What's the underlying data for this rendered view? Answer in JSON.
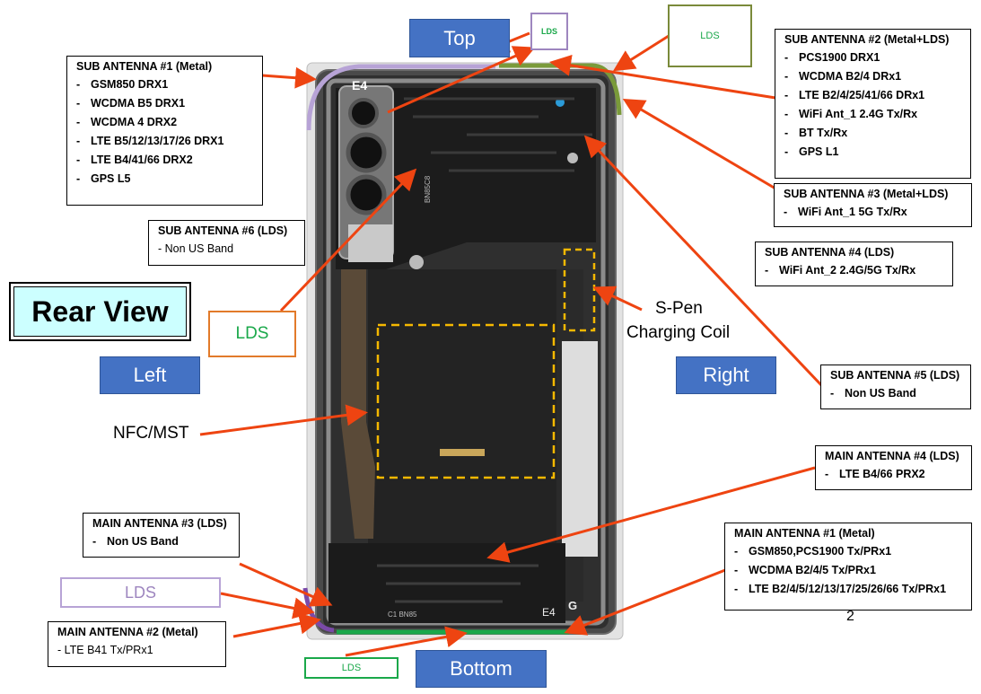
{
  "title": "Rear View",
  "directions": {
    "top": "Top",
    "bottom": "Bottom",
    "left": "Left",
    "right": "Right"
  },
  "lds_labels": {
    "top_small": "LDS",
    "top_right": "LDS",
    "left": "LDS",
    "bottom_left": "LDS",
    "bottom": "LDS"
  },
  "feature_labels": {
    "spen_line1": "S-Pen",
    "spen_line2": "Charging Coil",
    "nfc": "NFC/MST"
  },
  "antennas": {
    "sub1": {
      "header": "SUB ANTENNA #1 (Metal)",
      "lines": [
        "GSM850 DRX1",
        "WCDMA B5 DRX1",
        "WCDMA 4 DRX2",
        "LTE B5/12/13/17/26 DRX1",
        "LTE B4/41/66 DRX2",
        "GPS L5"
      ]
    },
    "sub2": {
      "header": "SUB ANTENNA #2 (Metal+LDS)",
      "lines": [
        "PCS1900 DRX1",
        "WCDMA B2/4 DRx1",
        "LTE B2/4/25/41/66 DRx1",
        "WiFi Ant_1 2.4G Tx/Rx",
        "BT Tx/Rx",
        "GPS L1"
      ]
    },
    "sub3": {
      "header": "SUB ANTENNA #3 (Metal+LDS)",
      "lines": [
        "WiFi Ant_1 5G Tx/Rx"
      ]
    },
    "sub4": {
      "header": "SUB ANTENNA #4 (LDS)",
      "lines": [
        "WiFi Ant_2 2.4G/5G Tx/Rx"
      ]
    },
    "sub5": {
      "header": "SUB ANTENNA #5 (LDS)",
      "lines": [
        "Non US Band"
      ]
    },
    "sub6": {
      "header": "SUB ANTENNA #6 (LDS)",
      "lines": [
        "- Non US Band"
      ]
    },
    "main1": {
      "header": "MAIN ANTENNA #1 (Metal)",
      "lines": [
        "GSM850,PCS1900 Tx/PRx1",
        "WCDMA B2/4/5 Tx/PRx1",
        "LTE B2/4/5/12/13/17/25/26/66 Tx/PRx1"
      ]
    },
    "main2": {
      "header": "MAIN ANTENNA #2 (Metal)",
      "lines": [
        "- LTE B41 Tx/PRx1"
      ]
    },
    "main3": {
      "header": "MAIN ANTENNA #3 (LDS)",
      "lines": [
        "Non US Band"
      ]
    },
    "main4": {
      "header": "MAIN ANTENNA #4 (LDS)",
      "lines": [
        "LTE B4/66 PRX2"
      ]
    }
  },
  "phone_markings": {
    "top_mark": "E4",
    "bottom_mark": "E4",
    "g_mark": "G",
    "chip1": "BN85C8",
    "chip2": "C1 BN85"
  },
  "page_number": "2",
  "colors": {
    "arrow": "#ee4411",
    "direction_fill": "#4472c4",
    "lds_purple": "#9e86bf",
    "lds_olive": "#7a8a3a",
    "lds_orange": "#e27a2a",
    "lds_green": "#1aa84a",
    "coil_dash": "#f5b800",
    "title_fill": "#ccffff"
  }
}
